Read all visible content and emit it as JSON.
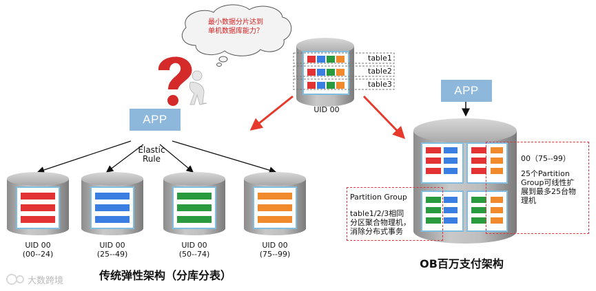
{
  "thought_bubble": {
    "line1": "最小数据分片达到",
    "line2": "单机数据库能力？"
  },
  "left": {
    "app_label": "APP",
    "rule_line1": "Elastic",
    "rule_line2": "Rule",
    "shards": [
      {
        "name": "UID 00",
        "range": "(00--24)",
        "color": "#e23233"
      },
      {
        "name": "UID 00",
        "range": "(25--49)",
        "color": "#3a7ee2"
      },
      {
        "name": "UID 00",
        "range": "(50--74)",
        "color": "#2a9a3e"
      },
      {
        "name": "UID 00",
        "range": "(75--99)",
        "color": "#f08a2c"
      }
    ],
    "title": "传统弹性架构（分库分表）"
  },
  "center": {
    "tables": [
      "table1",
      "table2",
      "table3"
    ],
    "cylinder_label": "UID 00"
  },
  "right": {
    "app_label": "APP",
    "uid_range": "00（75--99）",
    "desc_line1": "25个Partition",
    "desc_line2": "Group可线性扩",
    "desc_line3": "展到最多25台物",
    "desc_line4": "理机",
    "pg_title": "Partition  Group",
    "pg_line1": "table1/2/3相同",
    "pg_line2": "分区聚合物理机，",
    "pg_line3": "消除分布式事务",
    "title": "OB百万支付架构"
  },
  "watermark": "大数跨境",
  "colors": {
    "red": "#e23233",
    "blue": "#3a7ee2",
    "green": "#2a9a3e",
    "orange": "#f08a2c",
    "accent_red": "#d9333f",
    "app_blue": "#8db8dc"
  }
}
